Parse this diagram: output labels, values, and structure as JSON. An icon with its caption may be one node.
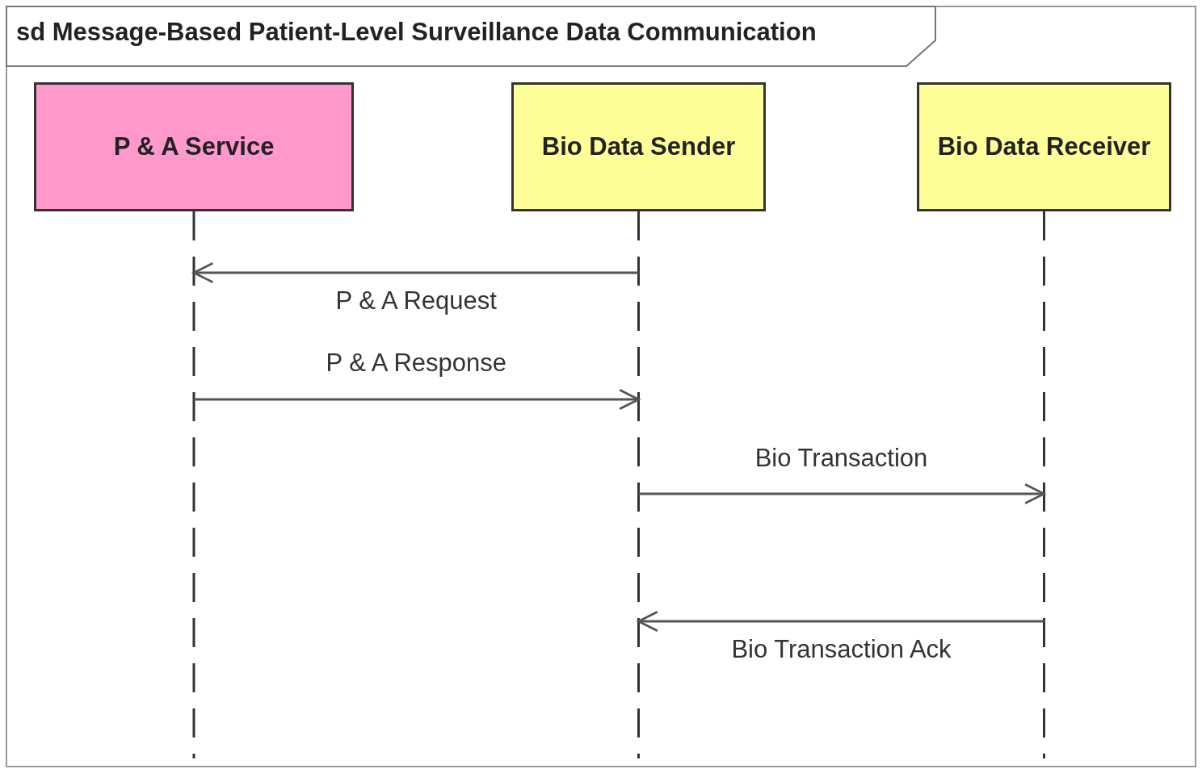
{
  "diagram": {
    "title": "sd Message-Based Patient-Level Surveillance Data Communication",
    "nodes": [
      {
        "text": [
          "P & A Service"
        ]
      },
      {
        "text": [
          "Bio Data Sender"
        ]
      },
      {
        "text": [
          "Bio Data Receiver"
        ]
      }
    ],
    "edges": [
      {
        "from": 1,
        "to": 0,
        "arrow": "to",
        "label": "P & A Request"
      },
      {
        "from": 0,
        "to": 1,
        "arrow": "to",
        "label": "P & A Response"
      },
      {
        "from": 1,
        "to": 2,
        "arrow": "to",
        "label": "Bio Transaction"
      },
      {
        "from": 2,
        "to": 1,
        "arrow": "to",
        "label": "Bio Transaction Ack"
      }
    ]
  }
}
